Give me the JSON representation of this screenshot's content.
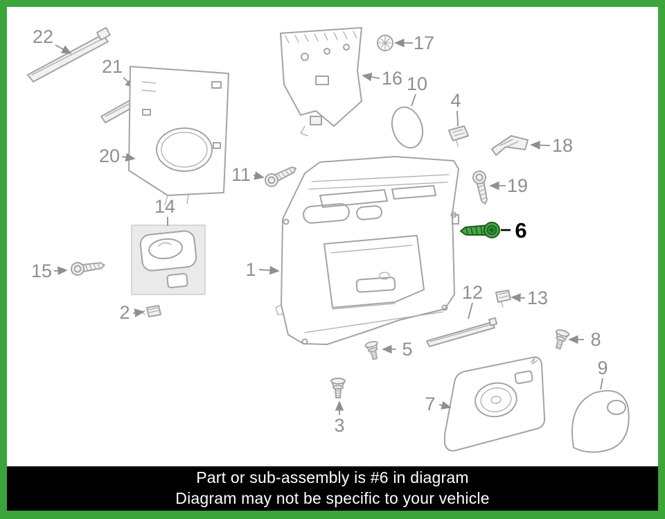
{
  "banner": {
    "line1": "Part or sub-assembly is #6 in diagram",
    "line2": "Diagram may not be specific to your vehicle"
  },
  "highlight": {
    "part": "6",
    "color": "#2e8b2e"
  },
  "colors": {
    "frame_green": "#3ba43b",
    "diagram_lines": "#a3a3a3",
    "label_gray": "#8f8f8f",
    "banner_bg": "#000000",
    "banner_text": "#ffffff"
  },
  "parts": {
    "p1": {
      "label": "1"
    },
    "p2": {
      "label": "2"
    },
    "p3": {
      "label": "3"
    },
    "p4": {
      "label": "4"
    },
    "p5": {
      "label": "5"
    },
    "p6": {
      "label": "6"
    },
    "p7": {
      "label": "7"
    },
    "p8": {
      "label": "8"
    },
    "p9": {
      "label": "9"
    },
    "p10": {
      "label": "10"
    },
    "p11": {
      "label": "11"
    },
    "p12": {
      "label": "12"
    },
    "p13": {
      "label": "13"
    },
    "p14": {
      "label": "14"
    },
    "p15": {
      "label": "15"
    },
    "p16": {
      "label": "16"
    },
    "p17": {
      "label": "17"
    },
    "p18": {
      "label": "18"
    },
    "p19": {
      "label": "19"
    },
    "p20": {
      "label": "20"
    },
    "p21": {
      "label": "21"
    },
    "p22": {
      "label": "22"
    }
  }
}
